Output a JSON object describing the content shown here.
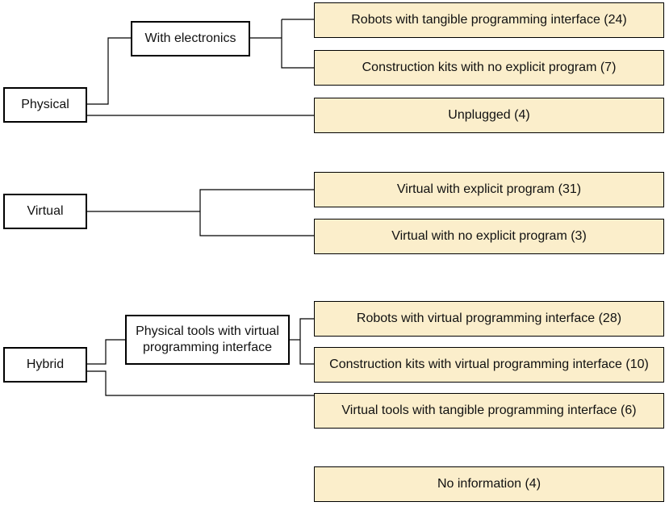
{
  "colors": {
    "leaf_fill": "#fbeecb",
    "border": "#000000",
    "background": "#ffffff"
  },
  "groups": {
    "physical": {
      "label": "Physical",
      "sub": "With electronics",
      "leaves": [
        "Robots with tangible programming interface (24)",
        "Construction kits with no explicit program (7)",
        "Unplugged (4)"
      ]
    },
    "virtual": {
      "label": "Virtual",
      "leaves": [
        "Virtual with explicit program (31)",
        "Virtual with no explicit program (3)"
      ]
    },
    "hybrid": {
      "label": "Hybrid",
      "sub": "Physical tools with virtual programming interface",
      "leaves": [
        "Robots with virtual programming interface (28)",
        "Construction kits with virtual programming interface (10)",
        "Virtual tools with tangible programming interface (6)"
      ]
    }
  },
  "no_info": "No information (4)"
}
